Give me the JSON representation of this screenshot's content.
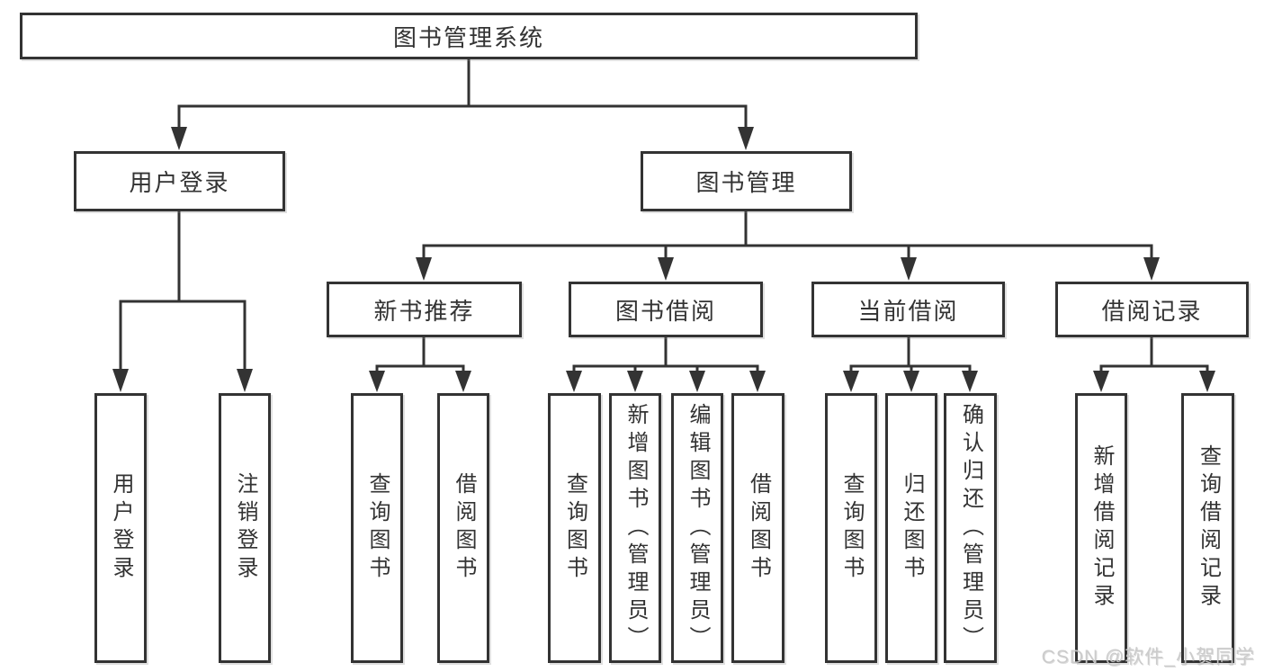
{
  "diagram": {
    "root": {
      "label": "图书管理系统"
    },
    "branches": [
      {
        "label": "用户登录",
        "children": [
          {
            "label": "用户登录"
          },
          {
            "label": "注销登录"
          }
        ]
      },
      {
        "label": "图书管理",
        "children": [
          {
            "label": "新书推荐",
            "children": [
              {
                "label": "查询图书"
              },
              {
                "label": "借阅图书"
              }
            ]
          },
          {
            "label": "图书借阅",
            "children": [
              {
                "label": "查询图书"
              },
              {
                "label": "新增图书（管理员）"
              },
              {
                "label": "编辑图书（管理员）"
              },
              {
                "label": "借阅图书"
              }
            ]
          },
          {
            "label": "当前借阅",
            "children": [
              {
                "label": "查询图书"
              },
              {
                "label": "归还图书"
              },
              {
                "label": "确认归还（管理员）"
              }
            ]
          },
          {
            "label": "借阅记录",
            "children": [
              {
                "label": "新增借阅记录"
              },
              {
                "label": "查询借阅记录"
              }
            ]
          }
        ]
      }
    ]
  },
  "colors": {
    "line": "#333333",
    "box_border": "#333333",
    "text": "#333333",
    "background": "#ffffff",
    "watermark": "#c9c9c9"
  },
  "watermark": {
    "text": "CSDN @软件_小贺同学"
  }
}
